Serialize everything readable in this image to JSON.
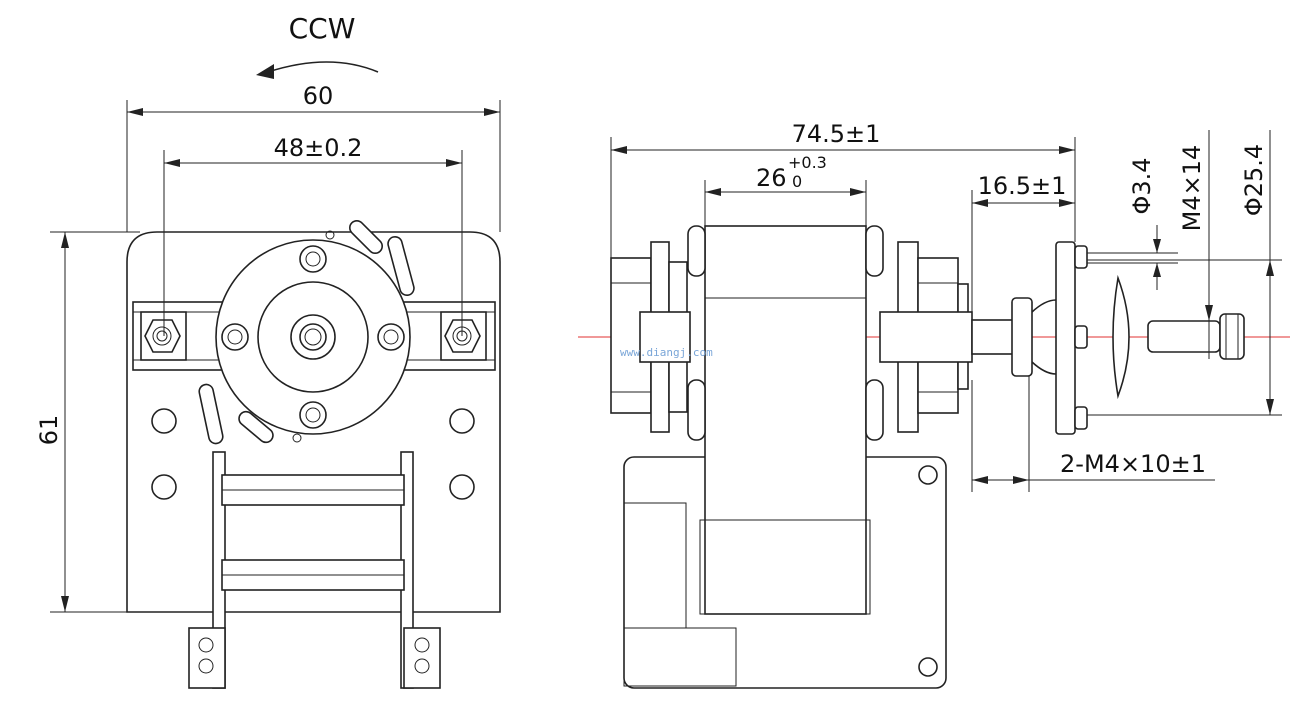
{
  "rotation_label": "CCW",
  "front_view": {
    "width_overall": "60",
    "hole_spacing": "48±0.2",
    "height_overall": "61"
  },
  "side_view": {
    "overall_length": "74.5±1",
    "core_width_base": "26",
    "core_width_tol_upper": "+0.3",
    "core_width_tol_lower": "0",
    "shaft_extension": "16.5±1",
    "shaft_diameter": "Φ3.4",
    "shaft_thread": "M4×14",
    "flange_diameter": "Φ25.4",
    "mounting_screws": "2-M4×10±1"
  },
  "watermark": "www.diangj.com"
}
